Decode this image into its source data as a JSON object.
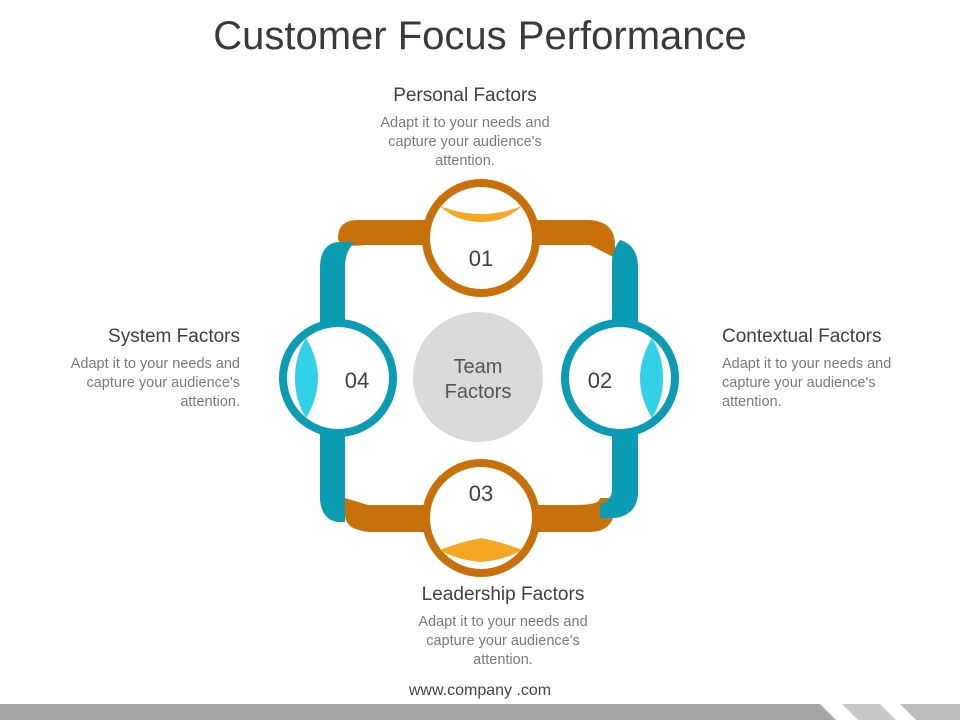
{
  "title": "Customer Focus Performance",
  "center_label": [
    "Team",
    "Factors"
  ],
  "colors": {
    "orange": "#C8700A",
    "orange_light": "#F5A623",
    "teal": "#0B9CB3",
    "teal_light": "#33D1E8",
    "center_gray": "#D9D9D9"
  },
  "factors": [
    {
      "number": "01",
      "heading": "Personal Factors",
      "desc": [
        "Adapt it to your needs and",
        "capture your audience's",
        "attention."
      ]
    },
    {
      "number": "02",
      "heading": "Contextual Factors",
      "desc": [
        "Adapt it to your needs and",
        "capture your audience's",
        "attention."
      ]
    },
    {
      "number": "03",
      "heading": "Leadership Factors",
      "desc": [
        "Adapt it to your needs and",
        "capture your audience's",
        "attention."
      ]
    },
    {
      "number": "04",
      "heading": "System Factors",
      "desc": [
        "Adapt it to your needs and",
        "capture your audience's",
        "attention."
      ]
    }
  ],
  "footer": "www.company .com"
}
